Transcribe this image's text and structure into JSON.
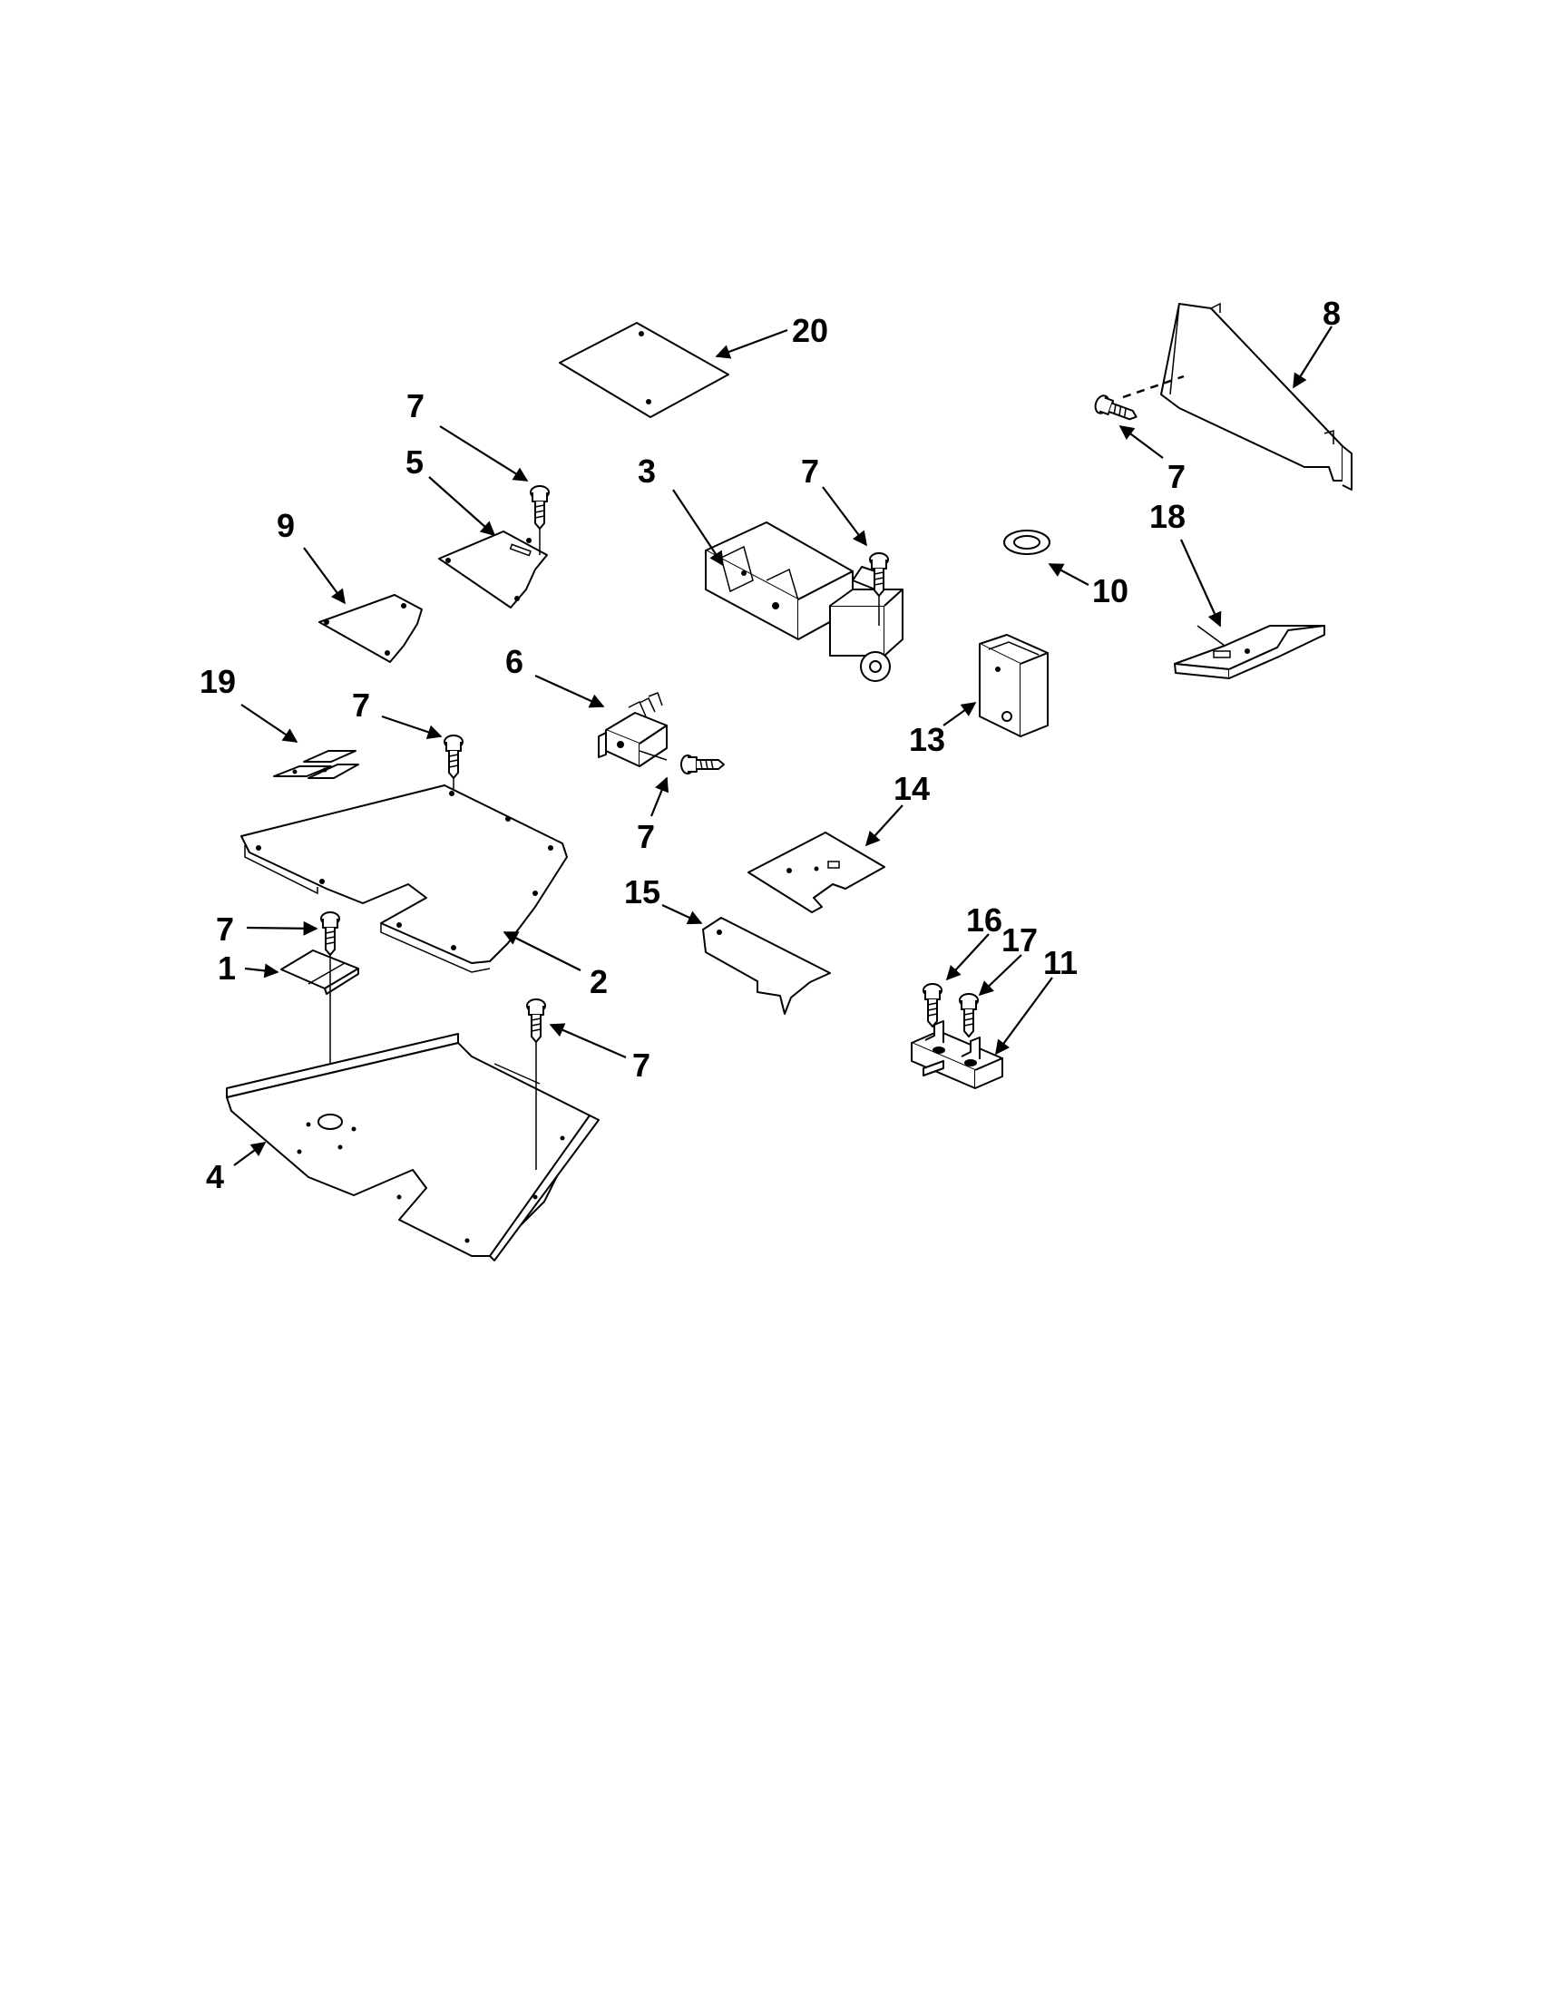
{
  "callouts": {
    "c1": "1",
    "c2": "2",
    "c3": "3",
    "c4": "4",
    "c5": "5",
    "c6": "6",
    "c7a": "7",
    "c7b": "7",
    "c7c": "7",
    "c7d": "7",
    "c7e": "7",
    "c7f": "7",
    "c7g": "7",
    "c8": "8",
    "c9": "9",
    "c10": "10",
    "c11": "11",
    "c13": "13",
    "c14": "14",
    "c15": "15",
    "c16": "16",
    "c17": "17",
    "c18": "18",
    "c19": "19",
    "c20": "20"
  }
}
